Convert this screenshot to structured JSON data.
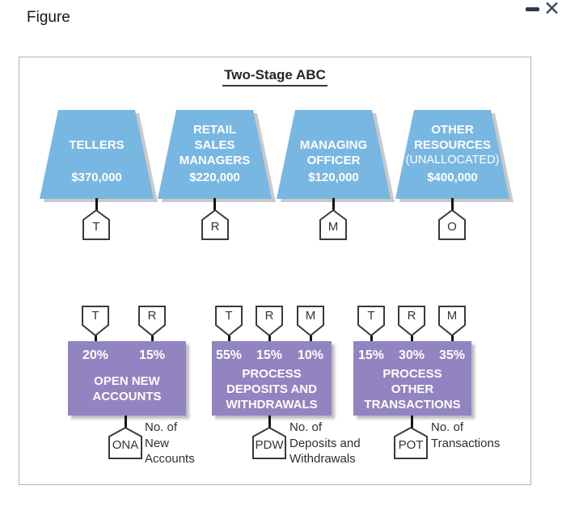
{
  "window": {
    "title": "Figure",
    "close_glyph": "✕"
  },
  "diagram": {
    "title": "Two-Stage ABC",
    "colors": {
      "resource_fill": "#79b7e3",
      "activity_fill": "#9184c1",
      "shadow": "#c9c9c9",
      "tag_stroke": "#3a3a3a"
    },
    "resources": [
      {
        "name_lines": [
          "TELLERS"
        ],
        "amount": "$370,000",
        "tag": "T"
      },
      {
        "name_lines": [
          "RETAIL",
          "SALES",
          "MANAGERS"
        ],
        "amount": "$220,000",
        "tag": "R"
      },
      {
        "name_lines": [
          "MANAGING",
          "OFFICER"
        ],
        "amount": "$120,000",
        "tag": "M"
      },
      {
        "name_lines": [
          "OTHER",
          "RESOURCES",
          "(UNALLOCATED)"
        ],
        "amount": "$400,000",
        "tag": "O"
      }
    ],
    "activities": [
      {
        "label_lines": [
          "OPEN NEW",
          "ACCOUNTS"
        ],
        "allocations": [
          {
            "tag": "T",
            "pct": "20%"
          },
          {
            "tag": "R",
            "pct": "15%"
          }
        ],
        "driver": {
          "code": "ONA",
          "label_lines": [
            "No. of",
            "New",
            "Accounts"
          ]
        }
      },
      {
        "label_lines": [
          "PROCESS",
          "DEPOSITS AND",
          "WITHDRAWALS"
        ],
        "allocations": [
          {
            "tag": "T",
            "pct": "55%"
          },
          {
            "tag": "R",
            "pct": "15%"
          },
          {
            "tag": "M",
            "pct": "10%"
          }
        ],
        "driver": {
          "code": "PDW",
          "label_lines": [
            "No. of",
            "Deposits and",
            "Withdrawals"
          ]
        }
      },
      {
        "label_lines": [
          "PROCESS",
          "OTHER",
          "TRANSACTIONS"
        ],
        "allocations": [
          {
            "tag": "T",
            "pct": "15%"
          },
          {
            "tag": "R",
            "pct": "30%"
          },
          {
            "tag": "M",
            "pct": "35%"
          }
        ],
        "driver": {
          "code": "POT",
          "label_lines": [
            "No. of",
            "Transactions"
          ]
        }
      }
    ]
  }
}
